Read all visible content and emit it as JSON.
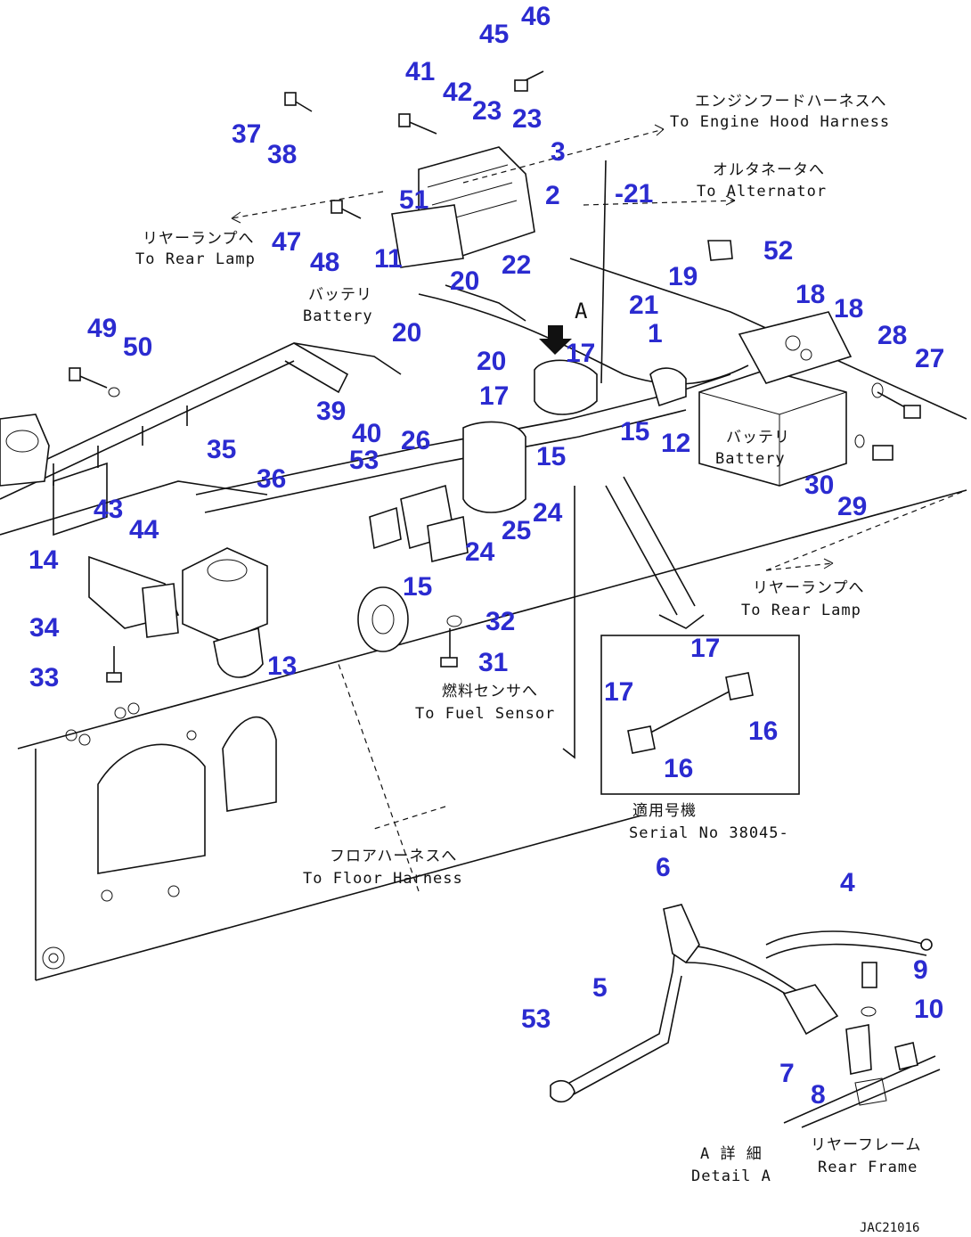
{
  "callouts": [
    {
      "id": "46",
      "text": "46"
    },
    {
      "id": "45",
      "text": "45"
    },
    {
      "id": "41",
      "text": "41"
    },
    {
      "id": "42",
      "text": "42"
    },
    {
      "id": "23a",
      "text": "23"
    },
    {
      "id": "23b",
      "text": "23"
    },
    {
      "id": "37",
      "text": "37"
    },
    {
      "id": "38",
      "text": "38"
    },
    {
      "id": "3",
      "text": "3"
    },
    {
      "id": "51",
      "text": "51"
    },
    {
      "id": "2",
      "text": "2"
    },
    {
      "id": "21a",
      "text": "-21"
    },
    {
      "id": "47",
      "text": "47"
    },
    {
      "id": "48",
      "text": "48"
    },
    {
      "id": "11",
      "text": "11"
    },
    {
      "id": "22",
      "text": "22"
    },
    {
      "id": "20a",
      "text": "20"
    },
    {
      "id": "52",
      "text": "52"
    },
    {
      "id": "19",
      "text": "19"
    },
    {
      "id": "21b",
      "text": "21"
    },
    {
      "id": "18a",
      "text": "18"
    },
    {
      "id": "18b",
      "text": "18"
    },
    {
      "id": "20b",
      "text": "20"
    },
    {
      "id": "1",
      "text": "1"
    },
    {
      "id": "28",
      "text": "28"
    },
    {
      "id": "27",
      "text": "27"
    },
    {
      "id": "49",
      "text": "49"
    },
    {
      "id": "50",
      "text": "50"
    },
    {
      "id": "17a",
      "text": "17"
    },
    {
      "id": "20c",
      "text": "20"
    },
    {
      "id": "17b",
      "text": "17"
    },
    {
      "id": "39",
      "text": "39"
    },
    {
      "id": "15a",
      "text": "15"
    },
    {
      "id": "12",
      "text": "12"
    },
    {
      "id": "40",
      "text": "40"
    },
    {
      "id": "26",
      "text": "26"
    },
    {
      "id": "35",
      "text": "35"
    },
    {
      "id": "53a",
      "text": "53"
    },
    {
      "id": "15b",
      "text": "15"
    },
    {
      "id": "30",
      "text": "30"
    },
    {
      "id": "29",
      "text": "29"
    },
    {
      "id": "36",
      "text": "36"
    },
    {
      "id": "24a",
      "text": "24"
    },
    {
      "id": "25",
      "text": "25"
    },
    {
      "id": "43",
      "text": "43"
    },
    {
      "id": "44",
      "text": "44"
    },
    {
      "id": "24b",
      "text": "24"
    },
    {
      "id": "14",
      "text": "14"
    },
    {
      "id": "15c",
      "text": "15"
    },
    {
      "id": "34",
      "text": "34"
    },
    {
      "id": "32",
      "text": "32"
    },
    {
      "id": "13",
      "text": "13"
    },
    {
      "id": "31",
      "text": "31"
    },
    {
      "id": "17c",
      "text": "17"
    },
    {
      "id": "33",
      "text": "33"
    },
    {
      "id": "17d",
      "text": "17"
    },
    {
      "id": "16a",
      "text": "16"
    },
    {
      "id": "16b",
      "text": "16"
    },
    {
      "id": "6",
      "text": "6"
    },
    {
      "id": "4",
      "text": "4"
    },
    {
      "id": "9",
      "text": "9"
    },
    {
      "id": "5",
      "text": "5"
    },
    {
      "id": "53b",
      "text": "53"
    },
    {
      "id": "10",
      "text": "10"
    },
    {
      "id": "7",
      "text": "7"
    },
    {
      "id": "8",
      "text": "8"
    }
  ],
  "notes": {
    "engine_hood_jp": "エンジンフードハーネスへ",
    "engine_hood_en": "To Engine Hood Harness",
    "alternator_jp": "オルタネータへ",
    "alternator_en": "To Alternator",
    "rear_lamp1_jp": "リヤーランプへ",
    "rear_lamp1_en": "To Rear Lamp",
    "battery1_jp": "バッテリ",
    "battery1_en": "Battery",
    "detail_marker": "A",
    "battery2_jp": "バッテリ",
    "battery2_en": "Battery",
    "rear_lamp2_jp": "リヤーランプへ",
    "rear_lamp2_en": "To Rear Lamp",
    "fuel_sensor_jp": "燃料センサへ",
    "fuel_sensor_en": "To Fuel Sensor",
    "serial_jp": "適用号機",
    "serial_en": "Serial No 38045-",
    "floor_harness_jp": "フロアハーネスへ",
    "floor_harness_en": "To Floor Harness",
    "detail_jp": "A 詳 細",
    "detail_en": "Detail A",
    "rear_frame_jp": "リヤーフレーム",
    "rear_frame_en": "Rear Frame",
    "drawing_code": "JAC21016"
  }
}
